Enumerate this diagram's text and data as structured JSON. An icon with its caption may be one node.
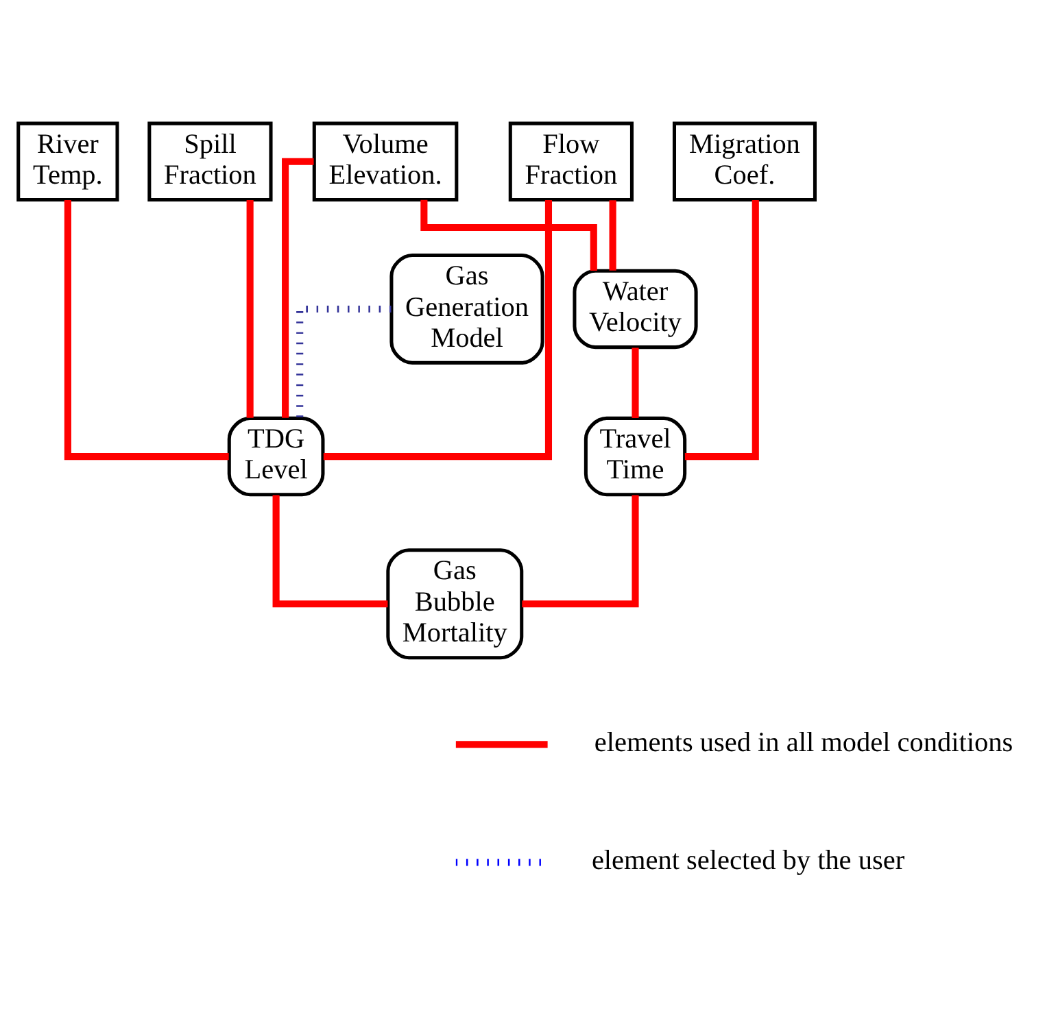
{
  "diagram": {
    "nodes": [
      {
        "text": [
          "River Temp."
        ]
      },
      {
        "text": [
          "Spill Fraction"
        ]
      },
      {
        "text": [
          "Flow Fraction"
        ]
      },
      {
        "text": [
          "Volume Elevation."
        ]
      },
      {
        "text": [
          "Migration Coef."
        ]
      },
      {
        "text": [
          "Water Velocity"
        ]
      },
      {
        "text": [
          "Gas Generation Model"
        ]
      },
      {
        "text": [
          "TDG Level"
        ]
      },
      {
        "text": [
          "Travel Time"
        ]
      },
      {
        "text": [
          "Gas Bubble Mortality"
        ]
      }
    ],
    "edges": [
      {
        "from": 0,
        "to": 7,
        "arrow": "none"
      },
      {
        "from": 1,
        "to": 7,
        "arrow": "none"
      },
      {
        "from": 2,
        "to": 7,
        "arrow": "none"
      },
      {
        "from": 3,
        "to": 7,
        "arrow": "none"
      },
      {
        "from": 2,
        "to": 5,
        "arrow": "none"
      },
      {
        "from": 3,
        "to": 5,
        "arrow": "none"
      },
      {
        "from": 5,
        "to": 8,
        "arrow": "none"
      },
      {
        "from": 4,
        "to": 8,
        "arrow": "none"
      },
      {
        "from": 6,
        "to": 7,
        "arrow": "none",
        "style": "dashed",
        "color": "#333399"
      },
      {
        "from": 7,
        "to": 9,
        "arrow": "none"
      },
      {
        "from": 8,
        "to": 9,
        "arrow": "none"
      }
    ],
    "legend": [
      {
        "text": "elements used in all model conditions"
      },
      {
        "text": "element selected by the user"
      }
    ]
  }
}
